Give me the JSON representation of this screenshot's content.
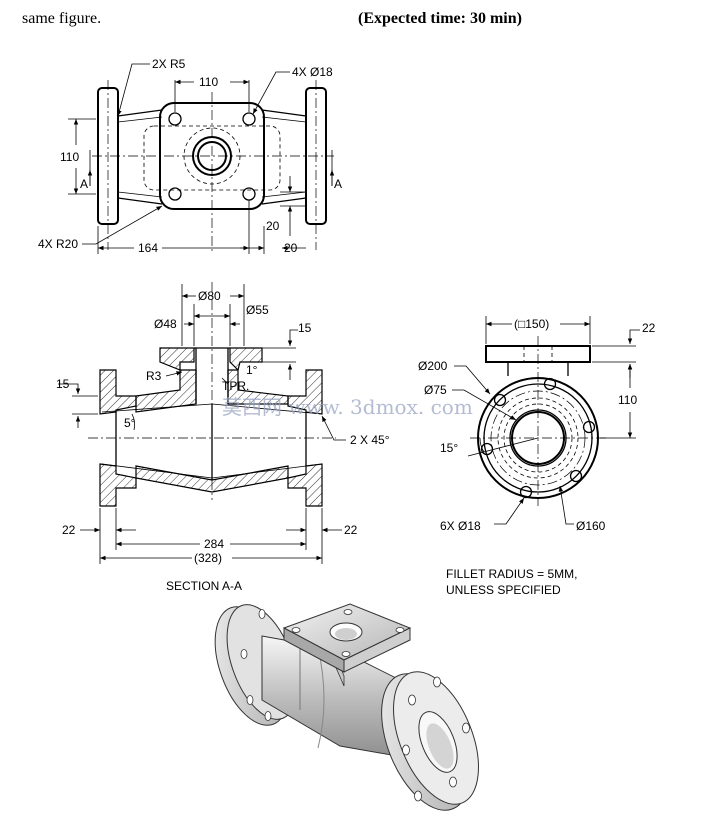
{
  "header": {
    "left_text": "same figure.",
    "right_text": "(Expected time: 30 min)"
  },
  "top_view": {
    "dim_2x_r5": "2X R5",
    "dim_110_top": "110",
    "dim_4x_d18": "4X Ø18",
    "dim_110_side": "110",
    "section_mark_left": "A",
    "section_mark_right": "A",
    "dim_20_a": "20",
    "dim_4x_r20": "4X R20",
    "dim_164": "164",
    "dim_20_b": "20"
  },
  "section_view": {
    "dim_d80": "Ø80",
    "dim_d48": "Ø48",
    "dim_d55": "Ø55",
    "dim_15_top": "15",
    "dim_r3": "R3",
    "dim_1deg": "1°",
    "dim_tpr": "TPR.",
    "dim_15_left": "15",
    "dim_5deg": "5°",
    "dim_2x45": "2 X 45°",
    "dim_22_left": "22",
    "dim_284": "284",
    "dim_22_right": "22",
    "dim_328": "(328)",
    "caption": "SECTION A-A"
  },
  "end_view": {
    "dim_box150": "(□150)",
    "dim_22": "22",
    "dim_d200": "Ø200",
    "dim_d75": "Ø75",
    "dim_110": "110",
    "dim_15deg": "15°",
    "dim_6x_d18": "6X Ø18",
    "dim_d160": "Ø160"
  },
  "notes": {
    "fillet_line1": "FILLET RADIUS = 5MM,",
    "fillet_line2": "UNLESS SPECIFIED"
  },
  "watermark": "莫西网 www. 3dmox. com"
}
